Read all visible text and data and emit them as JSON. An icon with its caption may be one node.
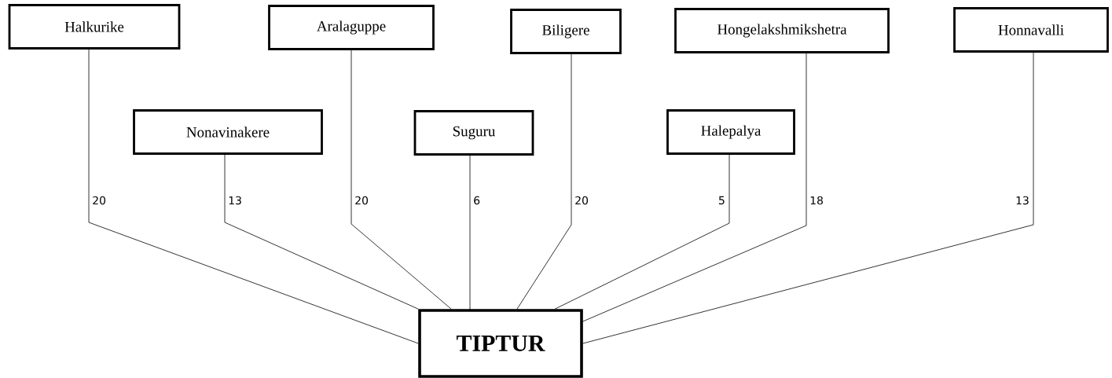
{
  "diagram": {
    "nodes": [
      {
        "text": [
          "Halkurike"
        ]
      },
      {
        "text": [
          "Aralaguppe"
        ]
      },
      {
        "text": [
          "Biligere"
        ]
      },
      {
        "text": [
          "Hongelakshmikshetra"
        ]
      },
      {
        "text": [
          "Honnavalli"
        ]
      },
      {
        "text": [
          "Nonavinakere"
        ]
      },
      {
        "text": [
          "Suguru"
        ]
      },
      {
        "text": [
          "Halepalya"
        ]
      },
      {
        "text": [
          "TIPTUR"
        ]
      }
    ],
    "edges": [
      {
        "from": 0,
        "to": 8,
        "arrow": "none",
        "label": "20"
      },
      {
        "from": 5,
        "to": 8,
        "arrow": "none",
        "label": "13"
      },
      {
        "from": 1,
        "to": 8,
        "arrow": "none",
        "label": "20"
      },
      {
        "from": 6,
        "to": 8,
        "arrow": "none",
        "label": "6"
      },
      {
        "from": 2,
        "to": 8,
        "arrow": "none",
        "label": "20"
      },
      {
        "from": 7,
        "to": 8,
        "arrow": "none",
        "label": "5"
      },
      {
        "from": 3,
        "to": 8,
        "arrow": "none",
        "label": "18"
      },
      {
        "from": 4,
        "to": 8,
        "arrow": "none",
        "label": "13"
      }
    ]
  }
}
